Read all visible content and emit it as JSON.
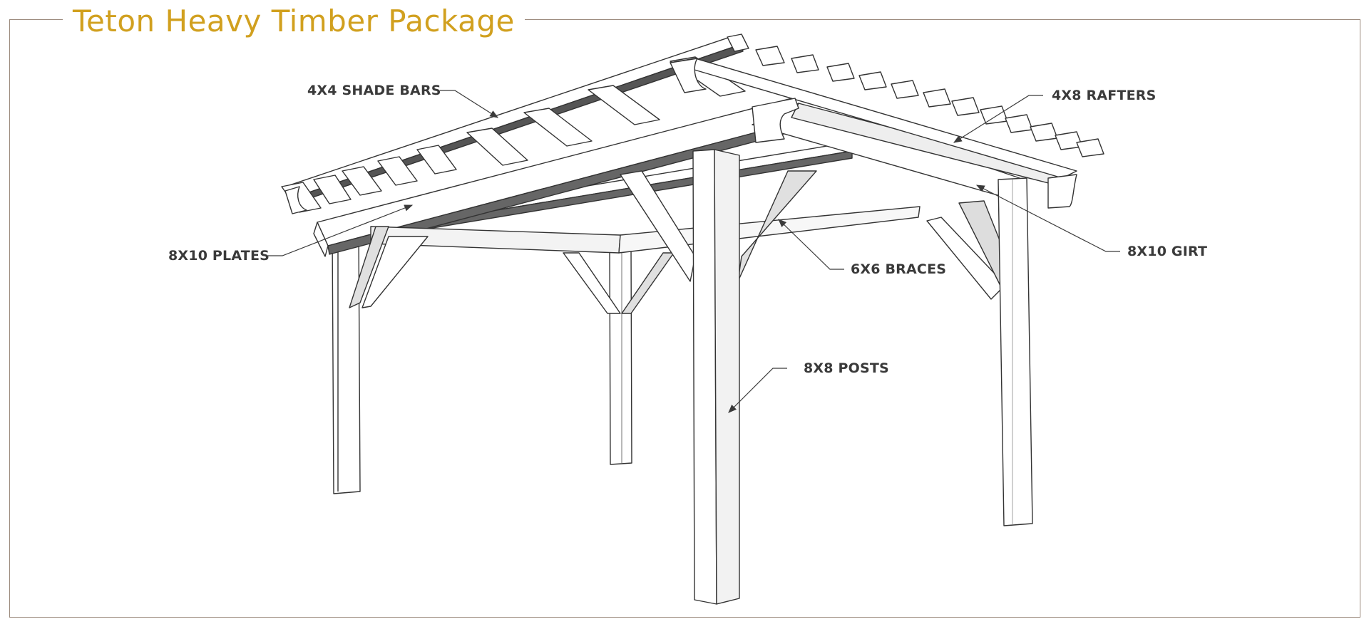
{
  "title": "Teton Heavy Timber Package",
  "colors": {
    "title": "#d1a01f",
    "frame": "#9b8a7c",
    "label": "#3a3a3a",
    "wood": "#ffffff",
    "shade": "#d9d9d9",
    "dark": "#555555"
  },
  "labels": {
    "shade_bars": "4X4 SHADE BARS",
    "rafters": "4X8 RAFTERS",
    "plates": "8X10 PLATES",
    "girt": "8X10 GIRT",
    "braces": "6X6 BRACES",
    "posts": "8X8 POSTS"
  }
}
